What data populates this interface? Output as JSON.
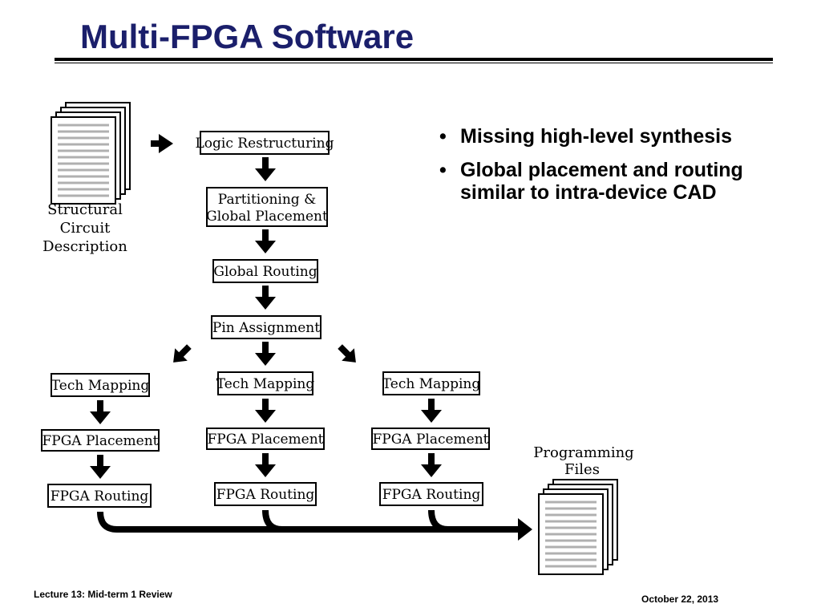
{
  "slide": {
    "title": "Multi-FPGA Software",
    "footer_left": "Lecture 13: Mid-term 1 Review",
    "footer_right": "October 22, 2013"
  },
  "bullets": [
    "Missing high-level synthesis",
    "Global placement and routing similar to intra-device CAD"
  ],
  "diagram": {
    "input_doc": {
      "icon": "document-stack-icon",
      "label_lines": [
        "Structural",
        "Circuit",
        "Description"
      ]
    },
    "output_doc": {
      "icon": "document-stack-icon",
      "label_lines": [
        "Programming",
        "Files"
      ]
    },
    "flow_steps": [
      {
        "lines": [
          "Logic Restructuring"
        ]
      },
      {
        "lines": [
          "Partitioning &",
          "Global Placement"
        ]
      },
      {
        "lines": [
          "Global Routing"
        ]
      },
      {
        "lines": [
          "Pin Assignment"
        ]
      }
    ],
    "branches": [
      {
        "steps": [
          "Tech Mapping",
          "FPGA Placement",
          "FPGA Routing"
        ]
      },
      {
        "steps": [
          "Tech Mapping",
          "FPGA Placement",
          "FPGA Routing"
        ]
      },
      {
        "steps": [
          "Tech Mapping",
          "FPGA Placement",
          "FPGA Routing"
        ]
      }
    ]
  }
}
